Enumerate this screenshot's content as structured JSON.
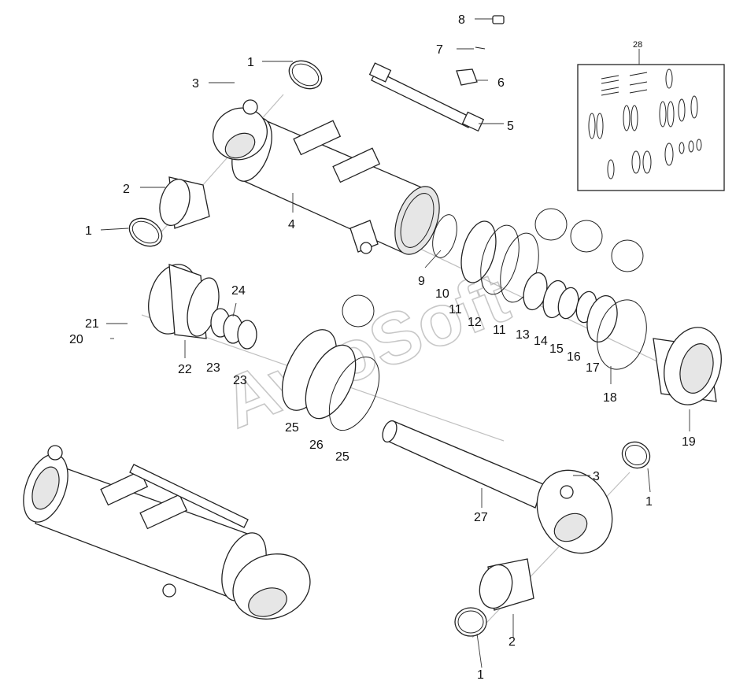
{
  "diagram": {
    "labels": {
      "1": "1",
      "2": "2",
      "3": "3",
      "4": "4",
      "5": "5",
      "6": "6",
      "7": "7",
      "8": "8",
      "9": "9",
      "10": "10",
      "11": "11",
      "12": "12",
      "13": "13",
      "14": "14",
      "15": "15",
      "16": "16",
      "17": "17",
      "18": "18",
      "19": "19",
      "20": "20",
      "21": "21",
      "22": "22",
      "23": "23",
      "24": "24",
      "25": "25",
      "26": "26",
      "27": "27",
      "28": "28"
    },
    "watermark": "AvtoSoft"
  }
}
